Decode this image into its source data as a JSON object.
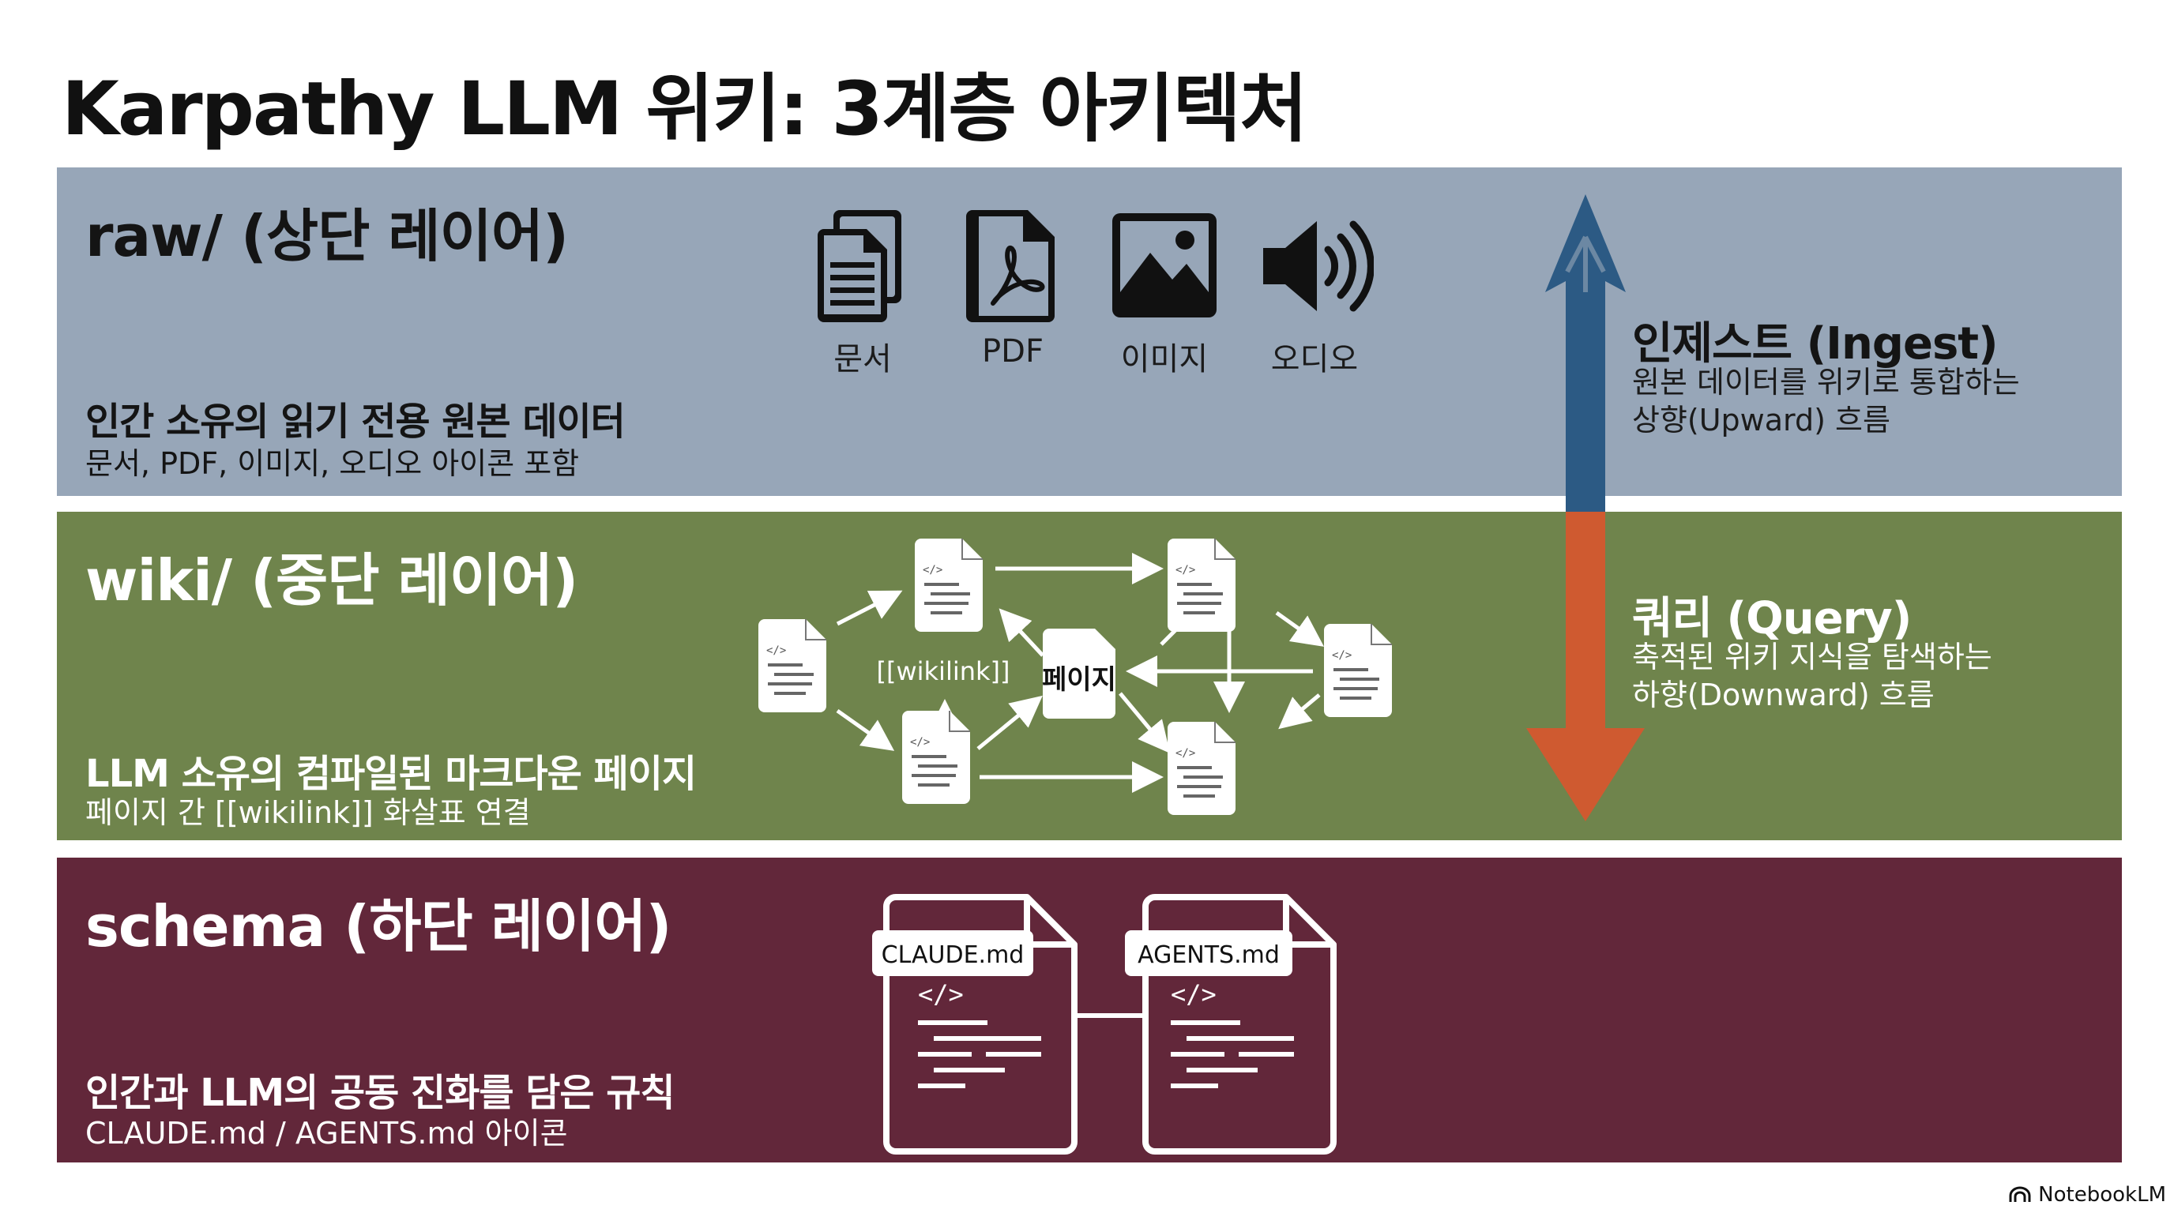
{
  "title": "Karpathy LLM 위키: 3계층 아키텍처",
  "layers": {
    "raw": {
      "title": "raw/ (상단 레이어)",
      "heading": "인간 소유의 읽기 전용 원본 데이터",
      "subtitle": "문서, PDF, 이미지, 오디오 아이콘 포함",
      "icons": [
        {
          "icon": "documents-icon",
          "label": "문서"
        },
        {
          "icon": "pdf-icon",
          "label": "PDF"
        },
        {
          "icon": "image-icon",
          "label": "이미지"
        },
        {
          "icon": "audio-icon",
          "label": "오디오"
        }
      ],
      "color": "#97a6b8"
    },
    "wiki": {
      "title": "wiki/ (중단 레이어)",
      "heading": "LLM 소유의 컴파일된 마크다운 페이지",
      "subtitle": "페이지 간 [[wikilink]] 화살표 연결",
      "graph": {
        "link_label": "[[wikilink]]",
        "center_page_label": "페이지"
      },
      "color": "#6f844c"
    },
    "schema": {
      "title": "schema (하단 레이어)",
      "heading": "인간과 LLM의 공동 진화를 담은 규칙",
      "subtitle": "CLAUDE.md / AGENTS.md 아이콘",
      "files": [
        "CLAUDE.md",
        "AGENTS.md"
      ],
      "color": "#62273a"
    }
  },
  "flows": {
    "ingest": {
      "title": "인제스트 (Ingest)",
      "desc_line1": "원본 데이터를 위키로 통합하는",
      "desc_line2": "상향(Upward) 흐름",
      "color": "#2c5a84"
    },
    "query": {
      "title": "쿼리 (Query)",
      "desc_line1": "축적된 위키 지식을 탐색하는",
      "desc_line2": "하향(Downward) 흐름",
      "color": "#cf5a30"
    }
  },
  "code_glyph": "</>",
  "footer": {
    "brand": "NotebookLM"
  }
}
